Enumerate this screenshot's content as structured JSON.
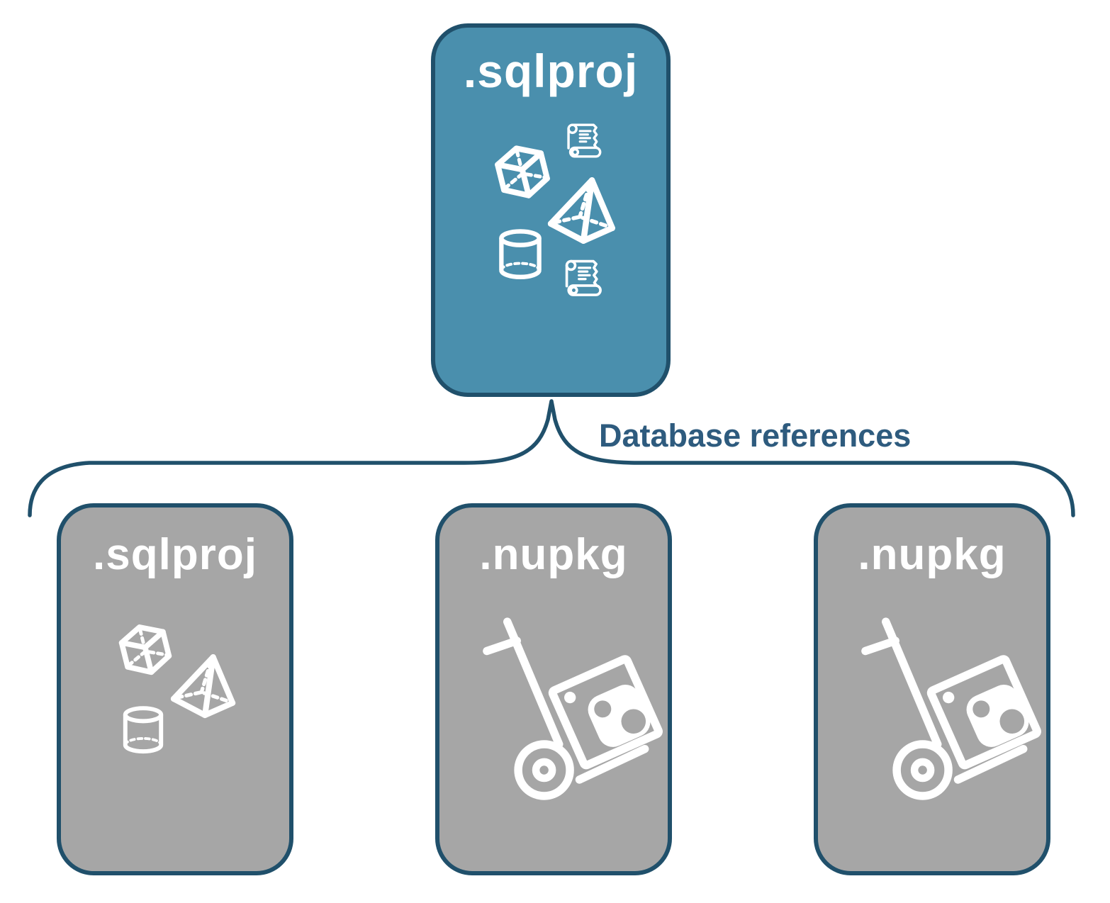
{
  "diagram": {
    "root_node": {
      "label": ".sqlproj",
      "icons": [
        "script-scroll-icon",
        "cube-icon",
        "pyramid-icon",
        "cylinder-icon",
        "script-scroll-icon"
      ]
    },
    "connector": {
      "label": "Database references"
    },
    "child_nodes": [
      {
        "label": ".sqlproj",
        "icons": [
          "cube-icon",
          "pyramid-icon",
          "cylinder-icon"
        ]
      },
      {
        "label": ".nupkg",
        "icons": [
          "package-dolly-icon"
        ]
      },
      {
        "label": ".nupkg",
        "icons": [
          "package-dolly-icon"
        ]
      }
    ],
    "colors": {
      "root_fill": "#4A8FAD",
      "child_fill": "#A6A6A6",
      "outline": "#20506B",
      "connector_text": "#2E5B7E",
      "icon_stroke": "#FFFFFF"
    }
  }
}
